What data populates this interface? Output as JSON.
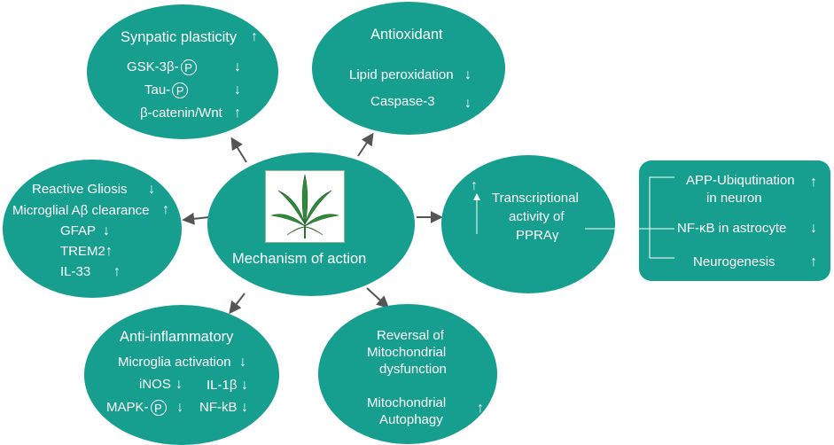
{
  "center": {
    "title": "Mechanism of action",
    "icon": "cannabis-leaf-icon"
  },
  "synaptic": {
    "title": "Synpatic plasticity",
    "title_arrow": "↑",
    "rows": [
      {
        "label": "GSK-3β-",
        "phospho": "P",
        "arrow": "↓"
      },
      {
        "label": "Tau-",
        "phospho": "P",
        "arrow": "↓"
      },
      {
        "label": "β-catenin/Wnt",
        "arrow": "↑"
      }
    ]
  },
  "antioxidant": {
    "title": "Antioxidant",
    "rows": [
      {
        "label": "Lipid peroxidation",
        "arrow": "↓"
      },
      {
        "label": "Caspase-3",
        "arrow": "↓"
      }
    ]
  },
  "gliosis": {
    "rows": [
      {
        "label": "Reactive Gliosis",
        "arrow": "↓"
      },
      {
        "label": "Microglial Aβ clearance",
        "arrow": "↑"
      },
      {
        "label": "GFAP",
        "arrow": "↓"
      },
      {
        "label": "TREM2",
        "arrow": "↑"
      },
      {
        "label": "IL-33",
        "arrow": "↑"
      }
    ]
  },
  "ppar": {
    "arrow": "↑",
    "line1": "Transcriptional",
    "line2": "activity of",
    "line3": "PPRAγ"
  },
  "ppar_effects": {
    "rows": [
      {
        "line1": "APP-Ubiqutination",
        "line2": "in neuron",
        "arrow": "↑"
      },
      {
        "line1": "NF-κB in astrocyte",
        "arrow": "↓"
      },
      {
        "line1": "Neurogenesis",
        "arrow": "↑"
      }
    ]
  },
  "inflammatory": {
    "title": "Anti-inflammatory",
    "microglia": {
      "label": "Microglia activation",
      "arrow": "↓"
    },
    "inos": {
      "label": "iNOS",
      "arrow": "↓"
    },
    "il1b": {
      "label": "IL-1β",
      "arrow": "↓"
    },
    "mapk": {
      "label": "MAPK-",
      "phospho": "P",
      "arrow": "↓"
    },
    "nfkb": {
      "label": "NF-kB",
      "arrow": "↓"
    }
  },
  "mito": {
    "line1": "Reversal of",
    "line2": "Mitochondrial",
    "line3": "dysfunction",
    "auto1": "Mitochondrial",
    "auto2": "Autophagy",
    "arrow": "↑"
  },
  "colors": {
    "node": "#169e8e",
    "arrow": "#555555"
  }
}
